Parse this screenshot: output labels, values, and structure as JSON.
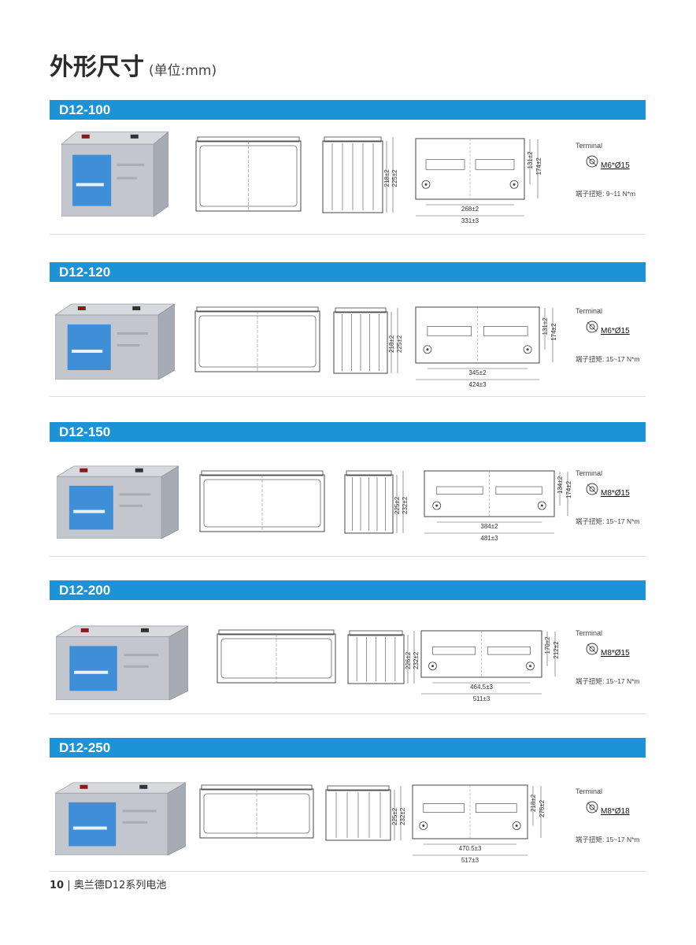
{
  "header": {
    "title": "外形尺寸",
    "unit": "(单位:mm)"
  },
  "terminal_label": "Terminal",
  "models": [
    {
      "name": "D12-100",
      "height_1": "218±2",
      "height_2": "225±2",
      "width_1": "131±2",
      "width_2": "174±2",
      "length_1": "268±2",
      "length_2": "331±3",
      "terminal": "M6*Ø15",
      "torque": "端子扭矩: 9~11 N*m"
    },
    {
      "name": "D12-120",
      "height_1": "218±2",
      "height_2": "225±2",
      "width_1": "131±2",
      "width_2": "174±2",
      "length_1": "345±2",
      "length_2": "424±3",
      "terminal": "M6*Ø15",
      "torque": "端子扭矩: 15~17 N*m"
    },
    {
      "name": "D12-150",
      "height_1": "225±2",
      "height_2": "232±2",
      "width_1": "134±2",
      "width_2": "174±2",
      "length_1": "384±2",
      "length_2": "481±3",
      "terminal": "M8*Ø15",
      "torque": "端子扭矩: 15~17 N*m"
    },
    {
      "name": "D12-200",
      "height_1": "226±2",
      "height_2": "232±2",
      "width_1": "170±2",
      "width_2": "212±2",
      "length_1": "464.5±3",
      "length_2": "511±3",
      "terminal": "M8*Ø15",
      "torque": "端子扭矩: 15~17 N*m"
    },
    {
      "name": "D12-250",
      "height_1": "225±2",
      "height_2": "232±2",
      "width_1": "218±2",
      "width_2": "276±2",
      "length_1": "470.5±3",
      "length_2": "517±3",
      "terminal": "M8*Ø18",
      "torque": "端子扭矩: 15~17 N*m"
    }
  ],
  "footer": {
    "page": "10",
    "separator": "|",
    "text": "奥兰德D12系列电池"
  },
  "colors": {
    "bar": "#1c93d6",
    "battery_body": "#b9bcc4",
    "label_blue": "#3f8fd8"
  }
}
